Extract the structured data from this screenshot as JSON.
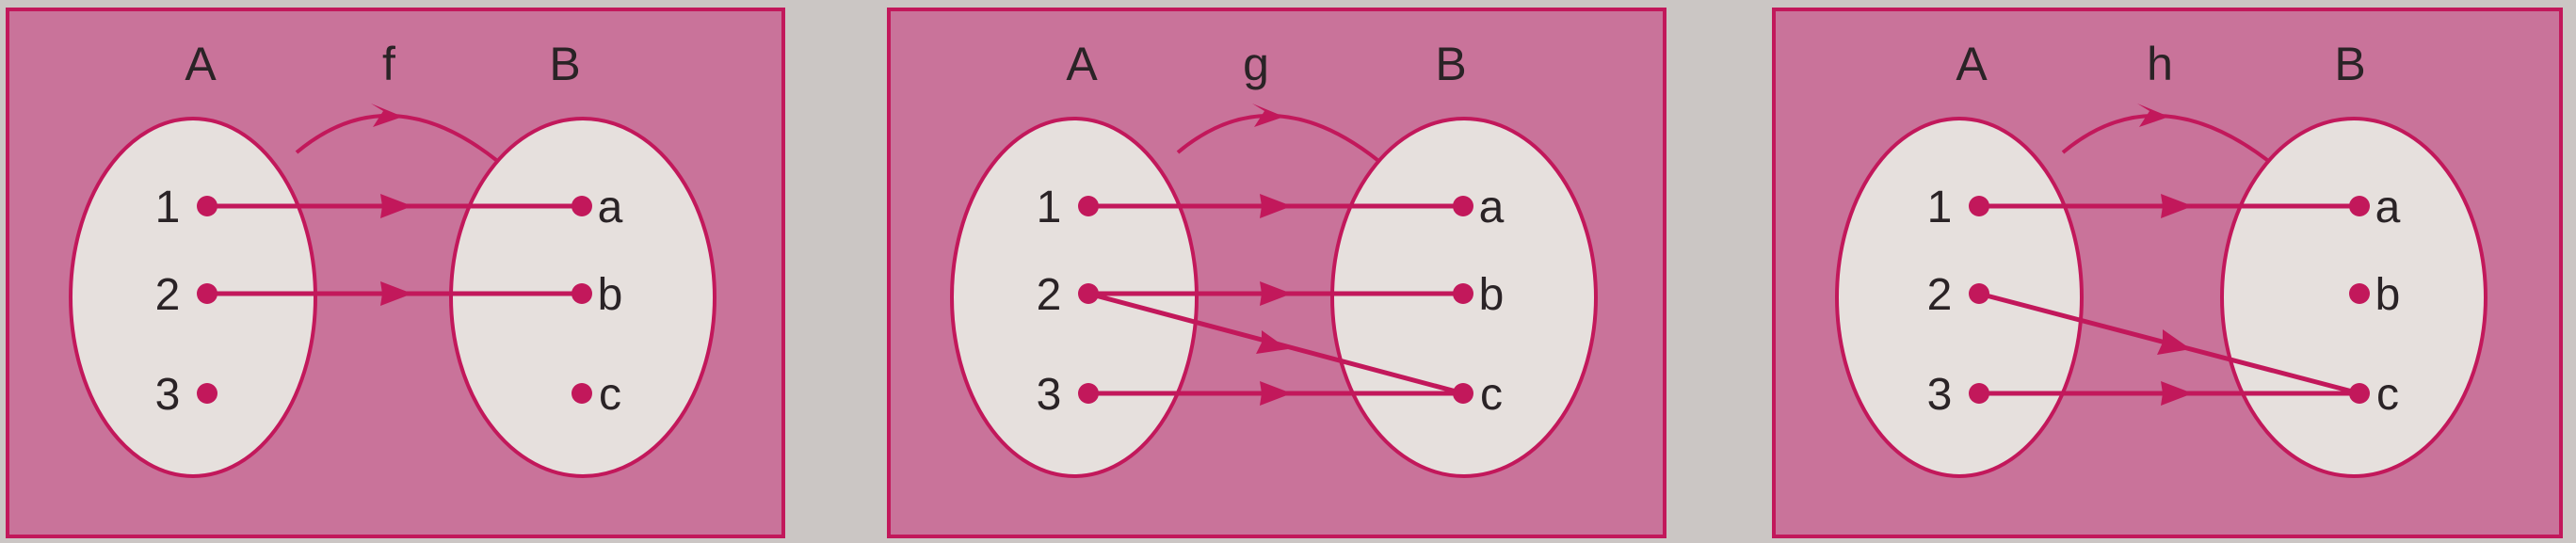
{
  "colors": {
    "background": "#cbc6c4",
    "panel_fill": "#c9739a",
    "panel_border": "#c2185b",
    "oval_fill": "#e6e0dd",
    "arrow": "#c2185b",
    "text": "#2a2326"
  },
  "panels": [
    {
      "function_name": "f",
      "domain_label": "A",
      "codomain_label": "B",
      "domain": [
        "1",
        "2",
        "3"
      ],
      "codomain": [
        "a",
        "b",
        "c"
      ],
      "mappings": [
        {
          "from": "1",
          "to": "a"
        },
        {
          "from": "2",
          "to": "b"
        }
      ]
    },
    {
      "function_name": "g",
      "domain_label": "A",
      "codomain_label": "B",
      "domain": [
        "1",
        "2",
        "3"
      ],
      "codomain": [
        "a",
        "b",
        "c"
      ],
      "mappings": [
        {
          "from": "1",
          "to": "a"
        },
        {
          "from": "2",
          "to": "b"
        },
        {
          "from": "2",
          "to": "c"
        },
        {
          "from": "3",
          "to": "c"
        }
      ]
    },
    {
      "function_name": "h",
      "domain_label": "A",
      "codomain_label": "B",
      "domain": [
        "1",
        "2",
        "3"
      ],
      "codomain": [
        "a",
        "b",
        "c"
      ],
      "mappings": [
        {
          "from": "1",
          "to": "a"
        },
        {
          "from": "2",
          "to": "c"
        },
        {
          "from": "3",
          "to": "c"
        }
      ]
    }
  ]
}
